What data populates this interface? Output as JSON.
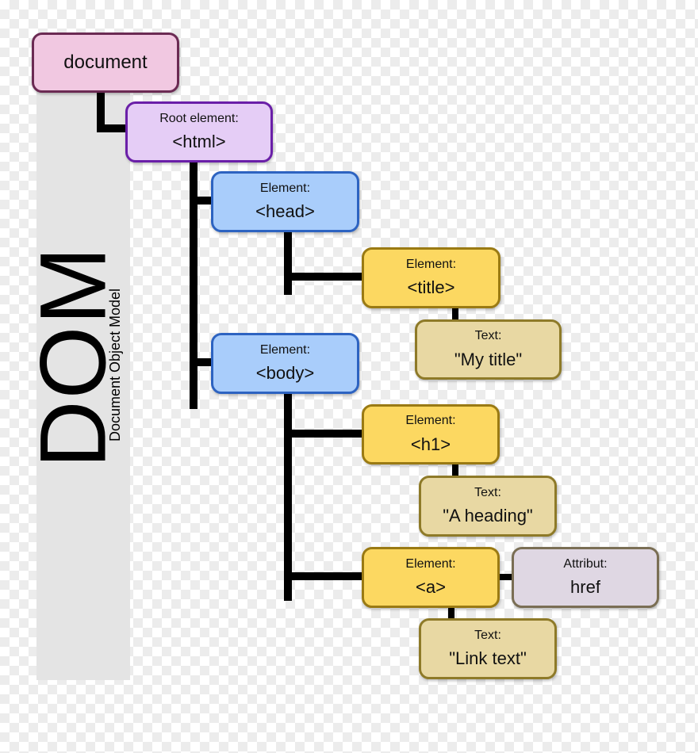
{
  "title": "DOM",
  "subtitle": "Document Object Model",
  "nodes": {
    "document": {
      "value": "document"
    },
    "html": {
      "label": "Root element:",
      "value": "<html>"
    },
    "head": {
      "label": "Element:",
      "value": "<head>"
    },
    "title_el": {
      "label": "Element:",
      "value": "<title>"
    },
    "title_tx": {
      "label": "Text:",
      "value": "\"My title\""
    },
    "body": {
      "label": "Element:",
      "value": "<body>"
    },
    "h1": {
      "label": "Element:",
      "value": "<h1>"
    },
    "h1_tx": {
      "label": "Text:",
      "value": "\"A heading\""
    },
    "a": {
      "label": "Element:",
      "value": "<a>"
    },
    "attr": {
      "label": "Attribut:",
      "value": "href"
    },
    "a_tx": {
      "label": "Text:",
      "value": "\"Link text\""
    }
  },
  "colors": {
    "document": "#f1c8e1",
    "root": "#e5cdf6",
    "element_head_body": "#a9cdfb",
    "element_leaf": "#fcd861",
    "text": "#e8d8a3",
    "attribute": "#dfd7e3"
  }
}
